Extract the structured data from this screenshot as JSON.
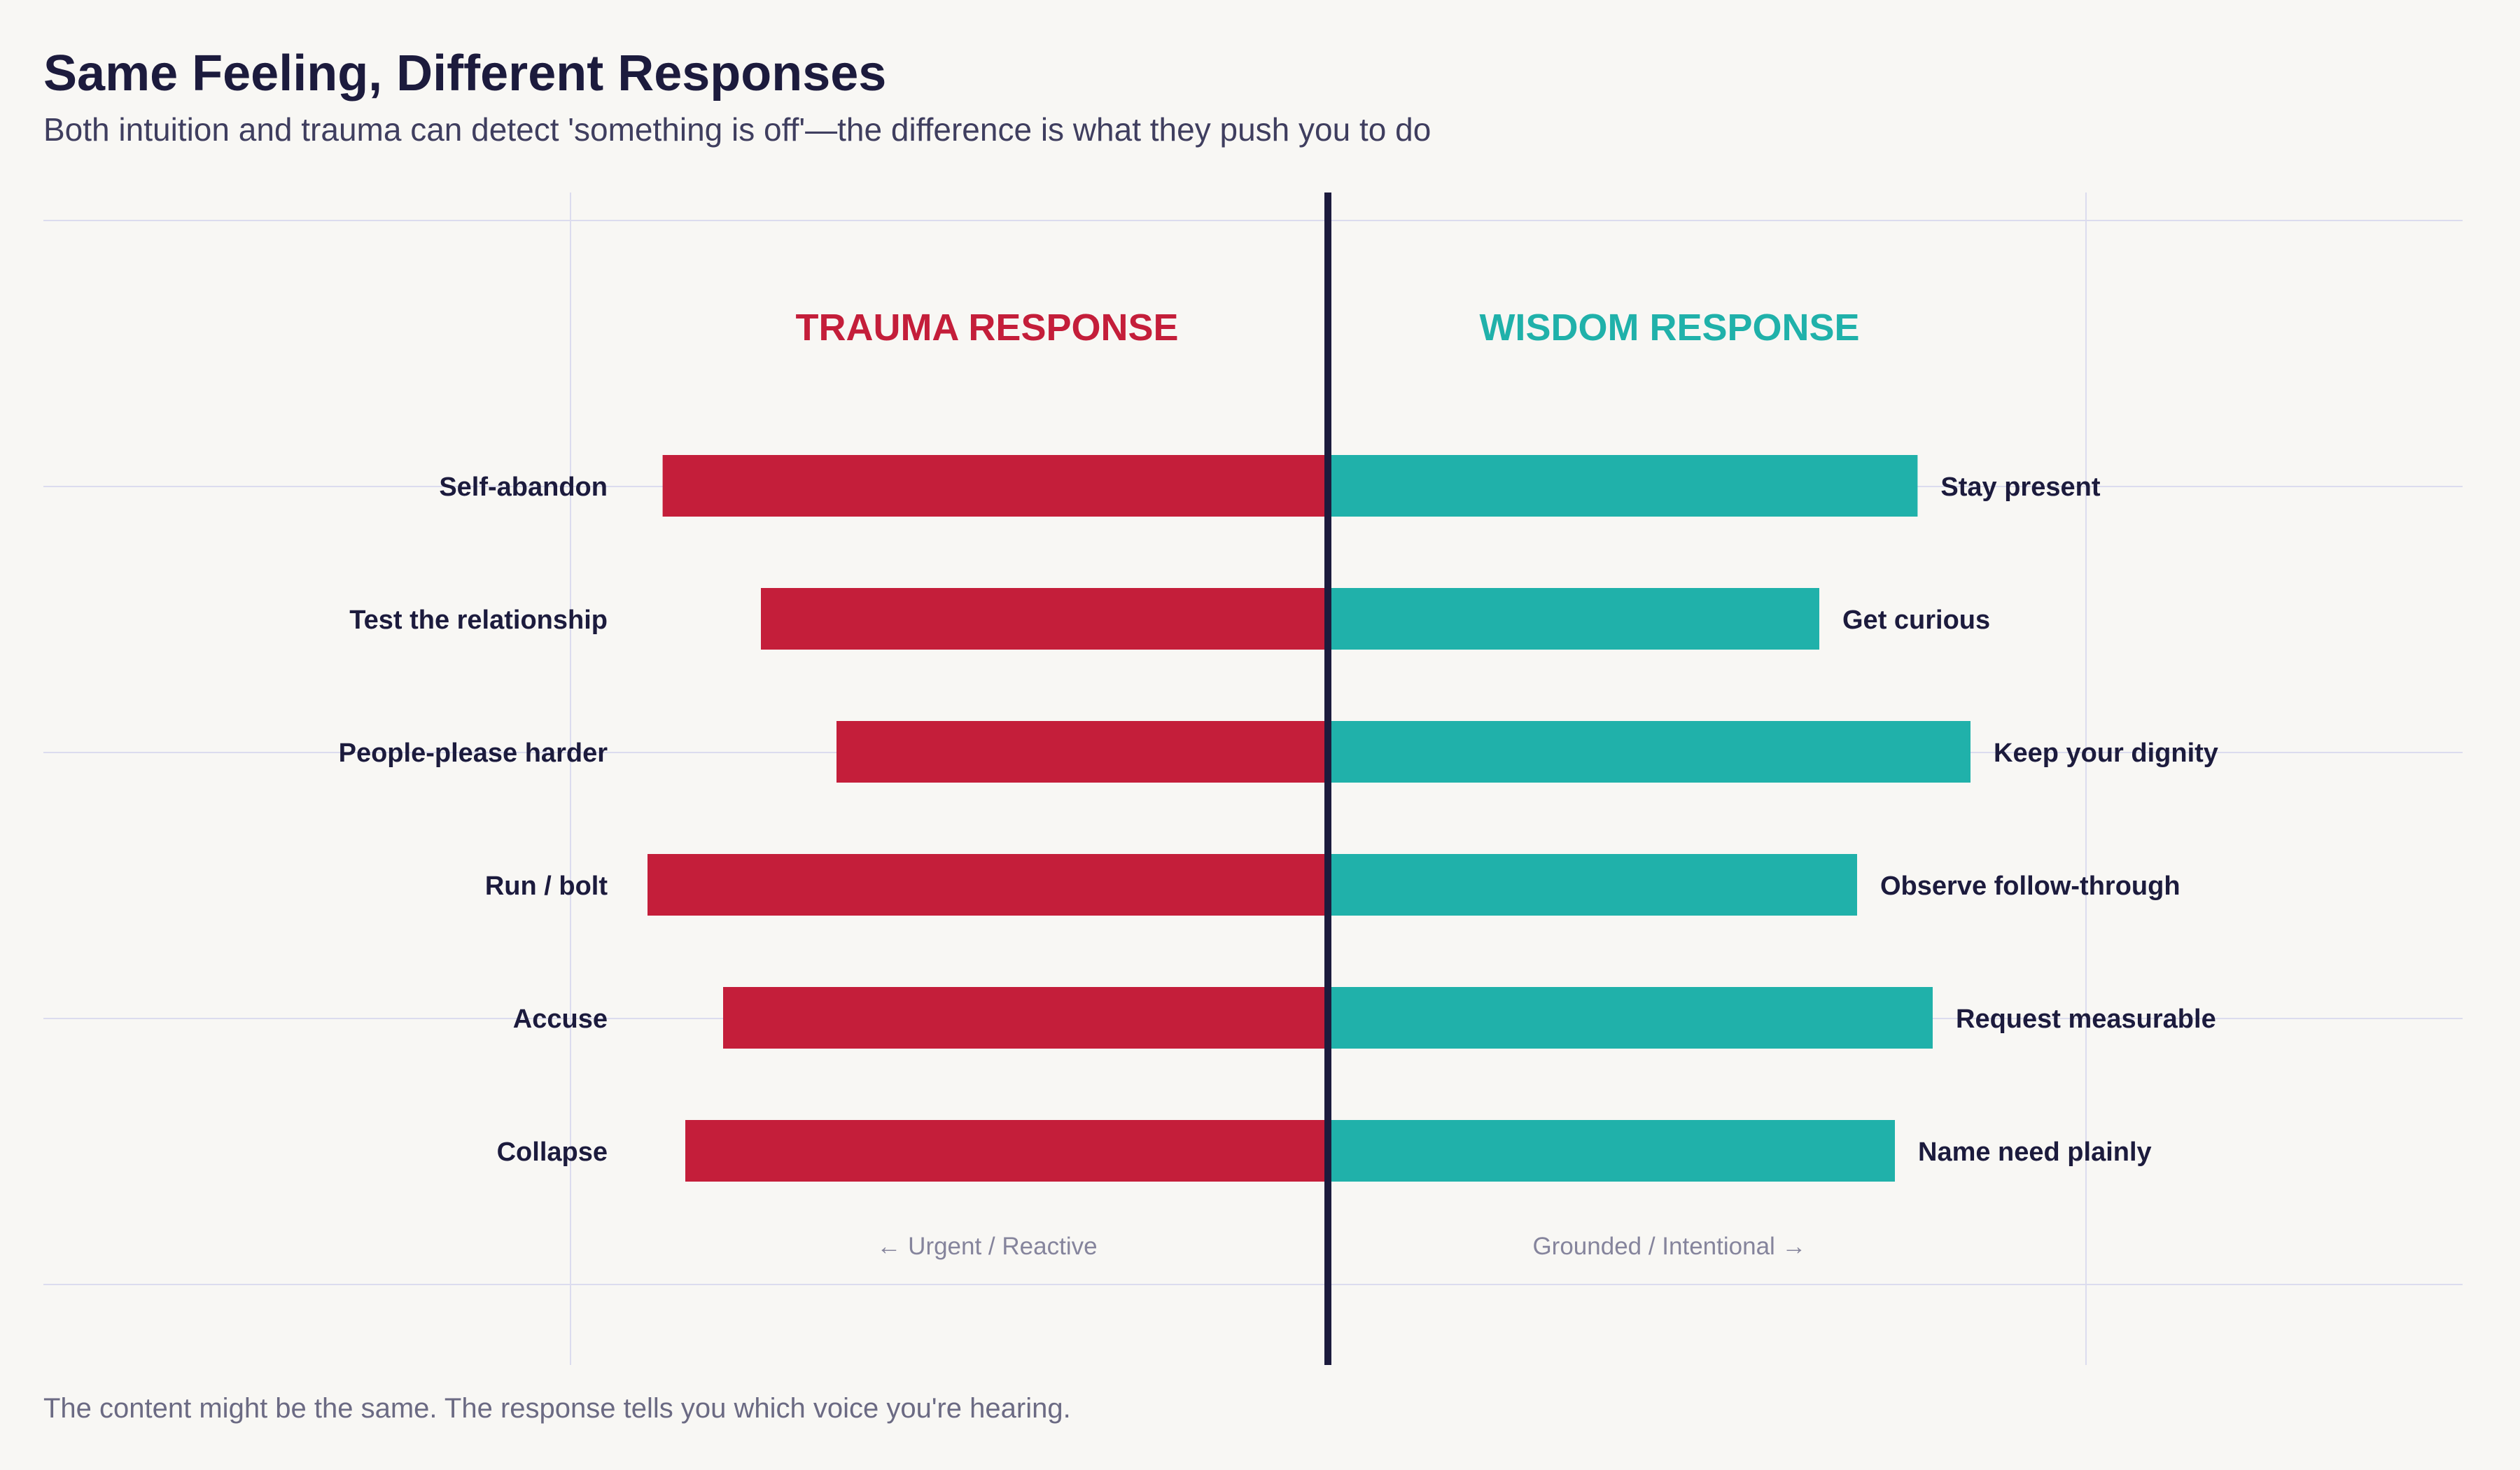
{
  "title": "Same Feeling, Different Responses",
  "subtitle": "Both intuition and trauma can detect 'something is off'—the difference is what they push you to do",
  "footnote": "The content might be the same. The response tells you which voice you're hearing.",
  "colors": {
    "trauma": "#c41e3a",
    "wisdom": "#20b1aa",
    "divider": "#1c1b3d",
    "grid": "#dcdcee",
    "label": "#1c1b3d",
    "axis_note": "#85849c"
  },
  "chart_data": {
    "type": "bar",
    "orientation": "diverging-horizontal",
    "grid": true,
    "left_header": "TRAUMA RESPONSE",
    "right_header": "WISDOM RESPONSE",
    "left_axis_note": "← Urgent / Reactive",
    "right_axis_note": "Grounded / Intentional →",
    "xlim": [
      -10,
      10
    ],
    "series": [
      {
        "side": "left",
        "categories": [
          "Self-abandon",
          "Test the relationship",
          "People-please harder",
          "Run / bolt",
          "Accuse",
          "Collapse"
        ],
        "values": [
          8.8,
          7.5,
          6.5,
          9.0,
          8.0,
          8.5
        ]
      },
      {
        "side": "right",
        "categories": [
          "Stay present",
          "Get curious",
          "Keep your dignity",
          "Observe follow-through",
          "Request measurable",
          "Name need plainly"
        ],
        "values": [
          7.8,
          6.5,
          8.5,
          7.0,
          8.0,
          7.5
        ]
      }
    ]
  }
}
